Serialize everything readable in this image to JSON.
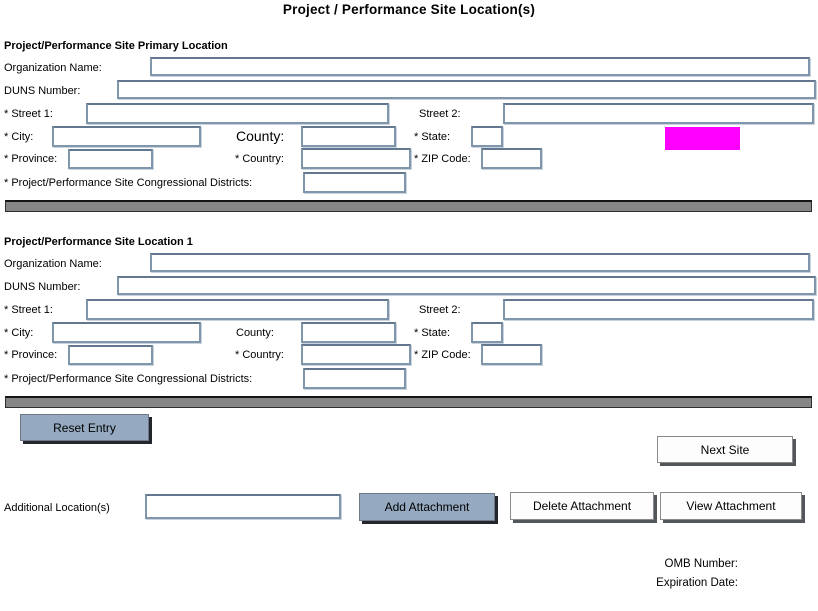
{
  "title": "Project / Performance Site Location(s)",
  "sections": [
    {
      "header": "Project/Performance Site Primary Location",
      "organization_label": "Organization Name:",
      "duns_label": "DUNS Number:",
      "street1_label": "* Street 1:",
      "street2_label": "Street 2:",
      "city_label": "* City:",
      "county_label": "County:",
      "state_label": "* State:",
      "province_label": "* Province:",
      "country_label": "* Country:",
      "zip_label": "* ZIP Code:",
      "districts_label": "* Project/Performance Site Congressional Districts:",
      "values": {
        "organization": "",
        "duns": "",
        "street1": "",
        "street2": "",
        "city": "",
        "county": "",
        "state": "",
        "province": "",
        "country": "",
        "zip": "",
        "districts": ""
      }
    },
    {
      "header": "Project/Performance Site Location 1",
      "organization_label": "Organization Name:",
      "duns_label": "DUNS Number:",
      "street1_label": "* Street 1:",
      "street2_label": "Street 2:",
      "city_label": "* City:",
      "county_label": "County:",
      "state_label": "* State:",
      "province_label": "* Province:",
      "country_label": "* Country:",
      "zip_label": "* ZIP Code:",
      "districts_label": "* Project/Performance Site Congressional Districts:",
      "values": {
        "organization": "",
        "duns": "",
        "street1": "",
        "street2": "",
        "city": "",
        "county": "",
        "state": "",
        "province": "",
        "country": "",
        "zip": "",
        "districts": ""
      }
    }
  ],
  "buttons": {
    "reset": "Reset Entry",
    "next_site": "Next Site",
    "add_attachment": "Add Attachment",
    "delete_attachment": "Delete Attachment",
    "view_attachment": "View Attachment"
  },
  "additional_locations": {
    "label": "Additional Location(s)",
    "value": ""
  },
  "footer": {
    "omb_label": "OMB Number:",
    "expiration_label": "Expiration Date:"
  },
  "colors": {
    "button_blue": "#95a9c0",
    "highlight": "#ff00ff",
    "bar_gray": "#868686",
    "field_border": "#8096ab"
  }
}
